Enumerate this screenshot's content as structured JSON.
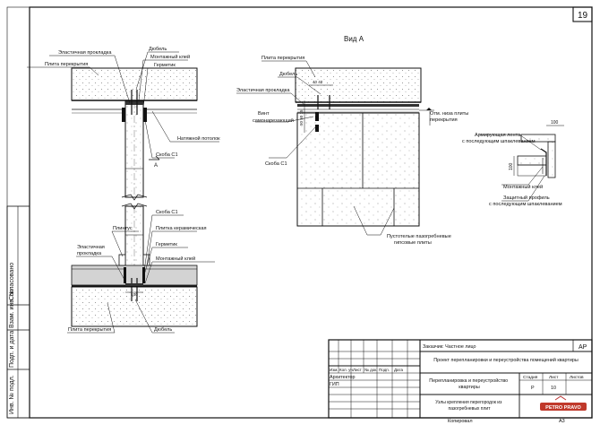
{
  "sheet": {
    "page_number": "19",
    "copy_label": "Копировал",
    "format": "А3"
  },
  "left_detail": {
    "labels": {
      "elastic_pad_top": "Эластичная прокладка",
      "dowel_top": "Дюбель",
      "slab_top": "Плита перекрытия",
      "mounting_glue_top": "Монтажный клей",
      "sealant_top": "Герметик",
      "stretch_ceiling": "Натяжной потолок",
      "bracket_c1_top": "Скоба С1",
      "section_mark": "А",
      "bracket_c1_bottom": "Скоба С1",
      "plinth": "Плинтус",
      "ceramic_tile": "Плитка керамическая",
      "elastic_pad_bottom": "Эластичная\nпрокладка",
      "sealant_bottom": "Герметик",
      "mounting_glue_bottom": "Монтажный клей",
      "dim_bottom": "100",
      "slab_bottom": "Плита перекрытия",
      "dowel_bottom": "Дюбель"
    }
  },
  "view_a": {
    "title": "Вид А",
    "labels": {
      "slab": "Плита перекрытия",
      "dowel": "Дюбель",
      "dim_4040": "40 40",
      "elastic_pad": "Эластичная прокладка",
      "dims_vertical": "50 50 15",
      "screw": "Винт\nсамонарезающий",
      "bracket": "Скоба С1",
      "board_bottom_mark": "Отм. низа плиты\nперекрытия",
      "gypsum_boards": "Пустотелые пазогребневые\nгипсовые плиты"
    }
  },
  "corner_detail": {
    "labels": {
      "dim_top": "100",
      "dim_side": "100",
      "reinforcing_tape": "Армирующая лента\nс последующим шпаклеванием",
      "mounting_glue": "Монтажный клей",
      "protective_profile": "Защитный профиль\nс последующим шпаклеванием"
    }
  },
  "side_stamp": [
    "Согласовано",
    "Взам. инв. №",
    "Подп. и дата",
    "Инв. № подл."
  ],
  "title_block": {
    "customer": "Заказчик: Частное лицо",
    "code": "АР",
    "project": "Проект перепланировки и переустройства помещений квартиры",
    "section": "Перепланировка и переустройство\nквартиры",
    "drawing": "Узлы крепления перегородок из\nпазогребневых плит",
    "headers": [
      "Изм.",
      "Кол. уч.",
      "Лист",
      "№ док.",
      "Подп.",
      "Дата"
    ],
    "roles": [
      "Архитектор",
      "ГИП"
    ],
    "stage_label": "Стадия",
    "sheet_label": "Лист",
    "sheets_label": "Листов",
    "stage": "Р",
    "sheet": "10",
    "sheets": "",
    "logo_text": "PETRO PRAVO"
  }
}
